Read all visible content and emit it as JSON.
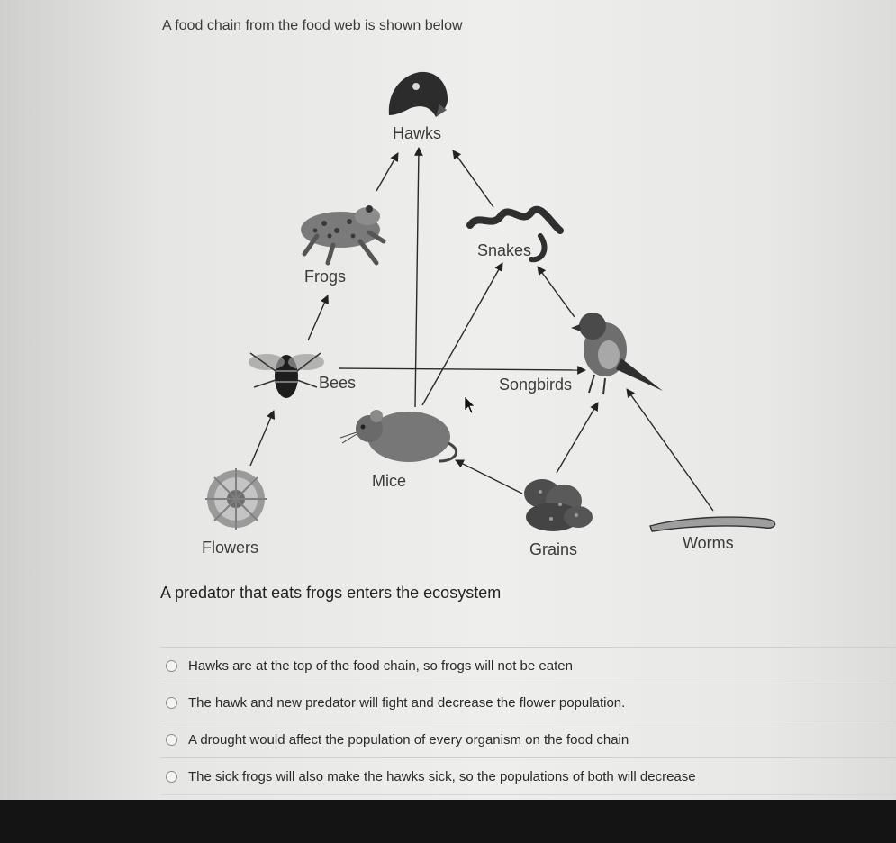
{
  "intro_text": "A food chain from the food web is shown below",
  "organisms": {
    "hawks": "Hawks",
    "snakes": "Snakes",
    "frogs": "Frogs",
    "bees": "Bees",
    "songbirds": "Songbirds",
    "mice": "Mice",
    "flowers": "Flowers",
    "grains": "Grains",
    "worms": "Worms"
  },
  "question_text": "A predator that eats frogs enters the ecosystem",
  "options": [
    {
      "label": "Hawks are at the top of the food chain, so frogs will not be eaten"
    },
    {
      "label": "The hawk and new predator will fight and decrease the flower population."
    },
    {
      "label": "A drought would affect the population of every organism on the food chain"
    },
    {
      "label": "The sick frogs will also make the hawks sick, so the populations of both will decrease"
    }
  ],
  "colors": {
    "page": "#eeeeec",
    "text": "#2a2a2a",
    "bottom_bar": "#141414"
  }
}
